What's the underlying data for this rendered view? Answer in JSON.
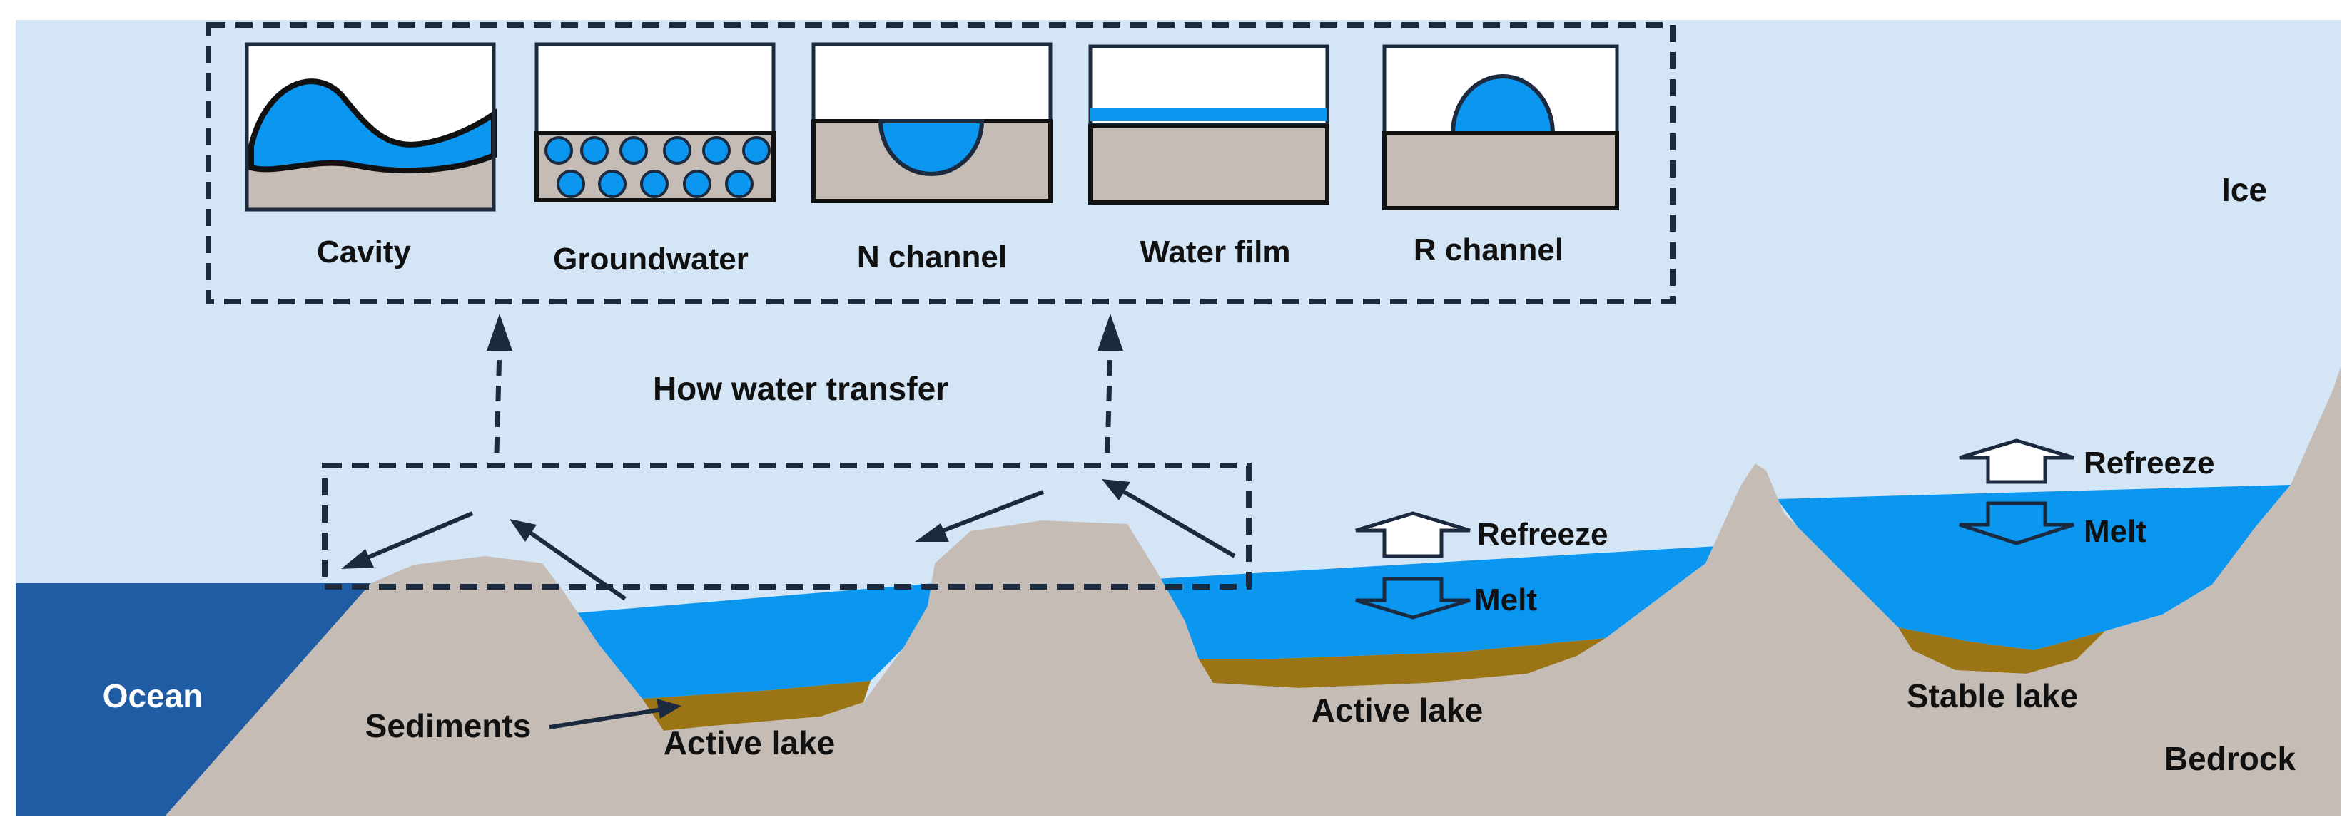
{
  "labels": {
    "ice": "Ice",
    "ocean": "Ocean",
    "bedrock": "Bedrock",
    "sediments": "Sediments",
    "how_water_transfer": "How water transfer",
    "active_lake_1": "Active lake",
    "active_lake_2": "Active lake",
    "stable_lake": "Stable lake",
    "refreeze_1": "Refreeze",
    "melt_1": "Melt",
    "refreeze_2": "Refreeze",
    "melt_2": "Melt"
  },
  "transfer_modes": [
    {
      "label": "Cavity",
      "icon": "cavity-icon"
    },
    {
      "label": "Groundwater",
      "icon": "groundwater-icon"
    },
    {
      "label": "N channel",
      "icon": "n-channel-icon"
    },
    {
      "label": "Water film",
      "icon": "water-film-icon"
    },
    {
      "label": "R channel",
      "icon": "r-channel-icon"
    }
  ],
  "colors": {
    "ice": "#d4e5f5",
    "ocean": "#1f5ca3",
    "water": "#0b96f0",
    "bedrock": "#c5bdb5",
    "sediment": "#9b7416",
    "outline": "#1b2a3e"
  }
}
